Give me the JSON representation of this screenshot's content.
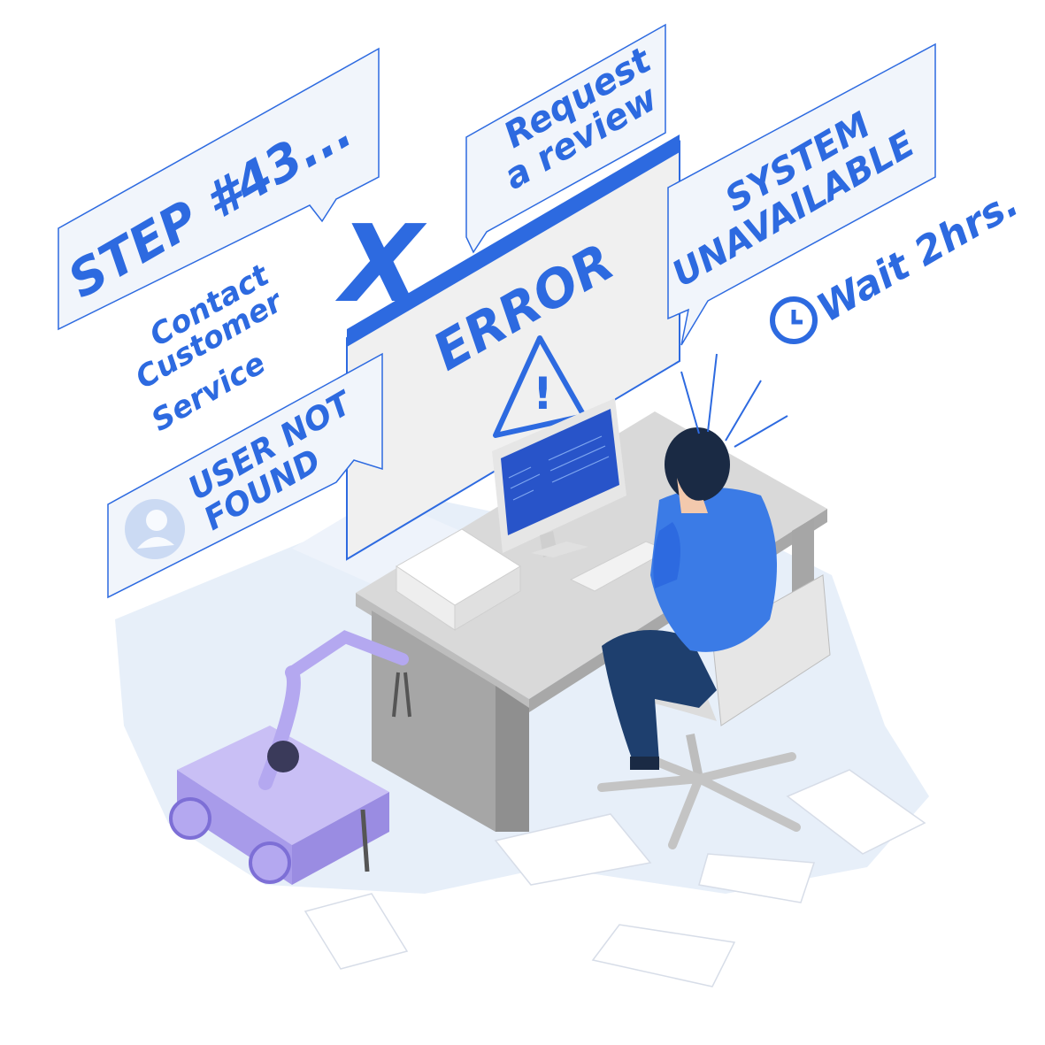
{
  "bubbles": {
    "step": "STEP #43...",
    "contact": [
      "Contact",
      "Customer",
      "Service"
    ],
    "request": [
      "Request",
      "a review"
    ],
    "system": [
      "SYSTEM",
      "UNAVAILABLE"
    ],
    "wait": "Wait 2hrs.",
    "user_not_found": [
      "USER NOT",
      "FOUND"
    ],
    "close_mark": "X",
    "error": "ERROR",
    "warning_mark": "!"
  },
  "colors": {
    "accent": "#2d6ae0",
    "panel_fill": "#f1f5fb",
    "panel_stroke": "#2d6ae0",
    "desk": "#cfcfcf",
    "shirt": "#3b7be6",
    "pants": "#1e3f6e",
    "robot": "#b4a8f0",
    "screen": "#2854c9",
    "floor": "#dde8f6"
  },
  "icons": [
    "close-x-icon",
    "warning-triangle-icon",
    "clock-icon",
    "user-avatar-icon"
  ]
}
